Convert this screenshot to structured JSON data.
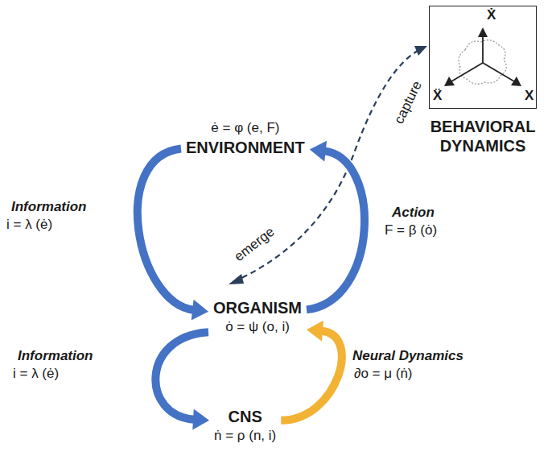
{
  "diagram": {
    "nodes": [
      {
        "text": [
          "ė = φ (e, F)",
          "ENVIRONMENT"
        ]
      },
      {
        "text": [
          "ORGANISM",
          "ȯ = ψ (o, i)"
        ]
      },
      {
        "text": [
          "CNS",
          "ṅ = ρ (n, i)"
        ]
      },
      {
        "text": [
          "BEHAVIORAL DYNAMICS"
        ]
      }
    ],
    "edges": [
      {
        "from": 0,
        "to": 1,
        "arrow": "to",
        "label": "Information"
      },
      {
        "from": 1,
        "to": 0,
        "arrow": "to",
        "label": "Action"
      },
      {
        "from": 1,
        "to": 2,
        "arrow": "to",
        "label": "Information"
      },
      {
        "from": 2,
        "to": 1,
        "arrow": "to",
        "label": "Neural Dynamics"
      }
    ],
    "labels": [
      "i = λ (ė)",
      "F = β (ȯ)",
      "i = λ (ė)",
      "∂o = μ (ṅ)",
      "emerge",
      "capture",
      "Ẋ",
      "Ẍ",
      "X"
    ]
  }
}
